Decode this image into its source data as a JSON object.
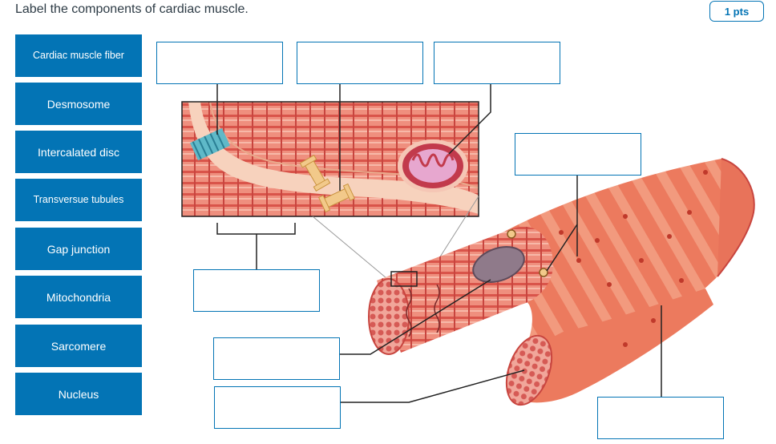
{
  "question": {
    "text": "Label the components of cardiac muscle."
  },
  "points_badge": "1 pts",
  "label_bank": [
    "Cardiac muscle fiber",
    "Desmosome",
    "Intercalated disc",
    "Transversue tubules",
    "Gap junction",
    "Mitochondria",
    "Sarcomere",
    "Nucleus"
  ],
  "drop_zones": [
    {
      "id": "zone-desmosome-top",
      "value": ""
    },
    {
      "id": "zone-gap-junction-top",
      "value": ""
    },
    {
      "id": "zone-mitochondria-top",
      "value": ""
    },
    {
      "id": "zone-intercalated-right",
      "value": ""
    },
    {
      "id": "zone-sarcomere-left",
      "value": ""
    },
    {
      "id": "zone-nucleus-left",
      "value": ""
    },
    {
      "id": "zone-myofibril-left",
      "value": ""
    },
    {
      "id": "zone-fiber-right",
      "value": ""
    }
  ],
  "colors": {
    "accent": "#0374b5",
    "muscle": "#e8735a",
    "muscle_light": "#f3a088",
    "inset_bg": "#f0a091",
    "disc": "#f7d2bd",
    "gap_junction": "#5fb9c8",
    "desmosome": "#f2c98a",
    "mitochondria": "#c23a4c"
  }
}
